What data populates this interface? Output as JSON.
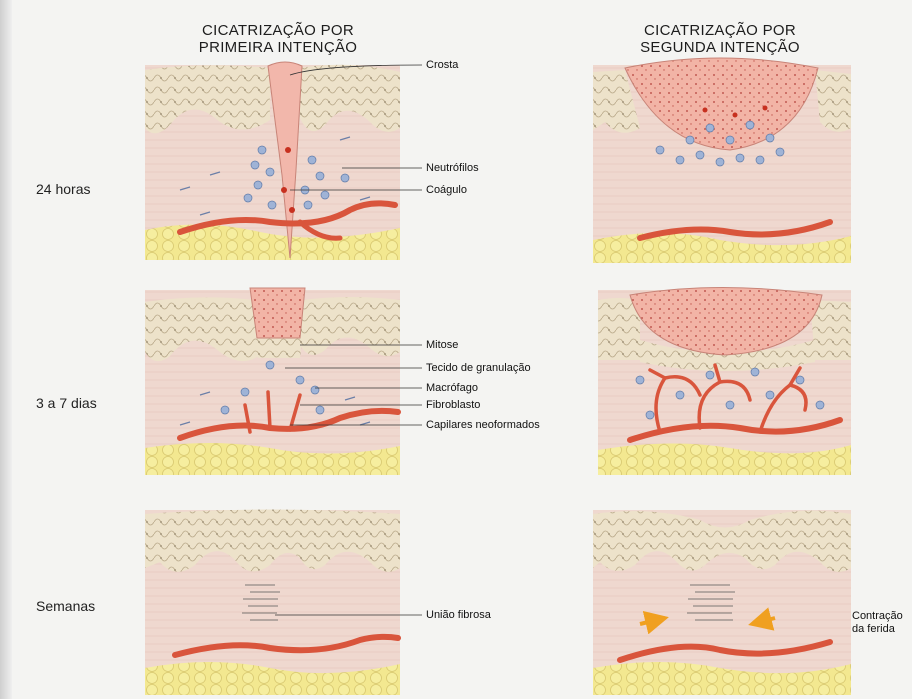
{
  "column_titles": {
    "primary": [
      "CICATRIZAÇÃO POR",
      "PRIMEIRA INTENÇÃO"
    ],
    "secondary": [
      "CICATRIZAÇÃO POR",
      "SEGUNDA INTENÇÃO"
    ]
  },
  "row_labels": [
    "24 horas",
    "3 a 7 dias",
    "Semanas"
  ],
  "callouts": {
    "crosta": "Crosta",
    "neutrofilos": "Neutrófilos",
    "coagulo": "Coágulo",
    "mitose": "Mitose",
    "tecido": "Tecido de granulação",
    "macrofago": "Macrófago",
    "fibroblasto": "Fibroblasto",
    "capilares": "Capilares neoformados",
    "uniao": "União fibrosa",
    "contracao": [
      "Contração",
      "da ferida"
    ]
  },
  "colors": {
    "epidermis": "#e8dcc4",
    "dermis": "#efd7cf",
    "fat": "#f2e79a",
    "vessel": "#d9553c",
    "crust": "#f2b7ab",
    "cell": "#9fb3d6",
    "arrow": "#f0a020"
  }
}
